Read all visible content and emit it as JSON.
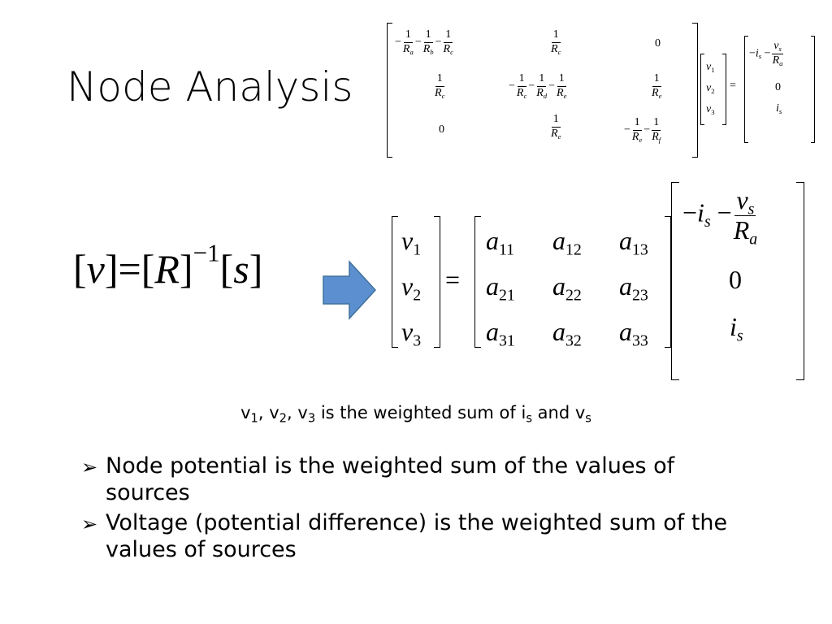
{
  "slide": {
    "title": "Node Analysis"
  },
  "top_matrix": {
    "cells": [
      [
        "-1/Ra - 1/Rb - 1/Rc",
        "1/Rc",
        "0"
      ],
      [
        "1/Rc",
        "-1/Rc - 1/Rd - 1/Re",
        "1/Re"
      ],
      [
        "0",
        "1/Re",
        "-1/Re - 1/Rf"
      ]
    ],
    "vector": [
      "v1",
      "v2",
      "v3"
    ],
    "rhs": [
      "-is - vs/Ra",
      "0",
      "is"
    ]
  },
  "equation": {
    "lhs": "[v] = [R]^-1 [s]",
    "v_vector": [
      "v1",
      "v2",
      "v3"
    ],
    "a_matrix": [
      [
        "a11",
        "a12",
        "a13"
      ],
      [
        "a21",
        "a22",
        "a23"
      ],
      [
        "a31",
        "a32",
        "a33"
      ]
    ],
    "s_vector": [
      "-is - vs/Ra",
      "0",
      "is"
    ]
  },
  "arrow": {
    "icon": "right-arrow-icon",
    "color": "#5b8fd0"
  },
  "caption": {
    "v": "v",
    "s1": "1",
    "c1": ", ",
    "s2": "2",
    "c2": ", ",
    "s3": "3",
    "mid": " is the weighted sum of i",
    "is_sub": "s",
    "and": " and v",
    "vs_sub": "s"
  },
  "bullets": [
    "Node potential is the weighted sum of the values of sources",
    "Voltage (potential difference) is the weighted sum of the values of sources"
  ],
  "bullet_marker": "➢"
}
